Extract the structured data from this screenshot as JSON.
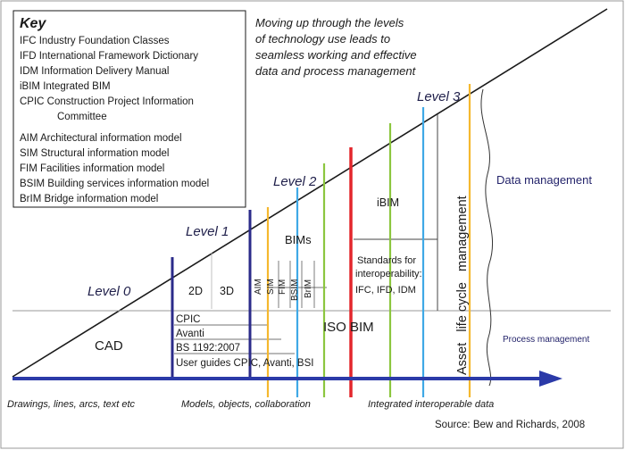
{
  "key": {
    "title": "Key",
    "lines": [
      "IFC Industry Foundation Classes",
      "IFD International Framework Dictionary",
      "IDM Information Delivery Manual",
      "iBIM Integrated BIM",
      "CPIC Construction Project Information",
      "Committee",
      "AIM Architectural information model",
      "SIM Structural information model",
      "FIM Facilities information model",
      "BSIM Building services information model",
      "BrIM Bridge information model"
    ]
  },
  "tagline": [
    "Moving up through the levels",
    "of technology use leads to",
    "seamless working and effective",
    "data and process management"
  ],
  "levels": [
    "Level 0",
    "Level 1",
    "Level 2",
    "Level 3"
  ],
  "cells": {
    "cad": "CAD",
    "two_d": "2D",
    "three_d": "3D",
    "bims": "BIMs",
    "aim": "AIM",
    "sim": "SIM",
    "fim": "FIM",
    "bsim": "BSIM",
    "brim": "BrIM",
    "ibim": "iBIM",
    "iso_bim": "ISO BIM",
    "standards": [
      "Standards for",
      "interoperability:",
      "IFC, IFD, IDM"
    ],
    "cpic": "CPIC",
    "avanti": "Avanti",
    "bs1192": "BS 1192:2007",
    "user_guides": "User guides CPIC, Avanti, BSI",
    "asset_lifecycle": "Asset   life cycle   management",
    "data_management": "Data management",
    "process_management": "Process management"
  },
  "bottom": {
    "drawings": "Drawings, lines, arcs, text etc",
    "models": "Models, objects, collaboration",
    "integrated": "Integrated interoperable data",
    "source": "Source: Bew and Richards, 2008"
  },
  "colors": {
    "navy": "#2b2b8a",
    "light_blue": "#3fa9e6",
    "green": "#8cc63f",
    "orange": "#f5b82e",
    "red": "#e3262c",
    "arrow": "#2b3aa8"
  }
}
